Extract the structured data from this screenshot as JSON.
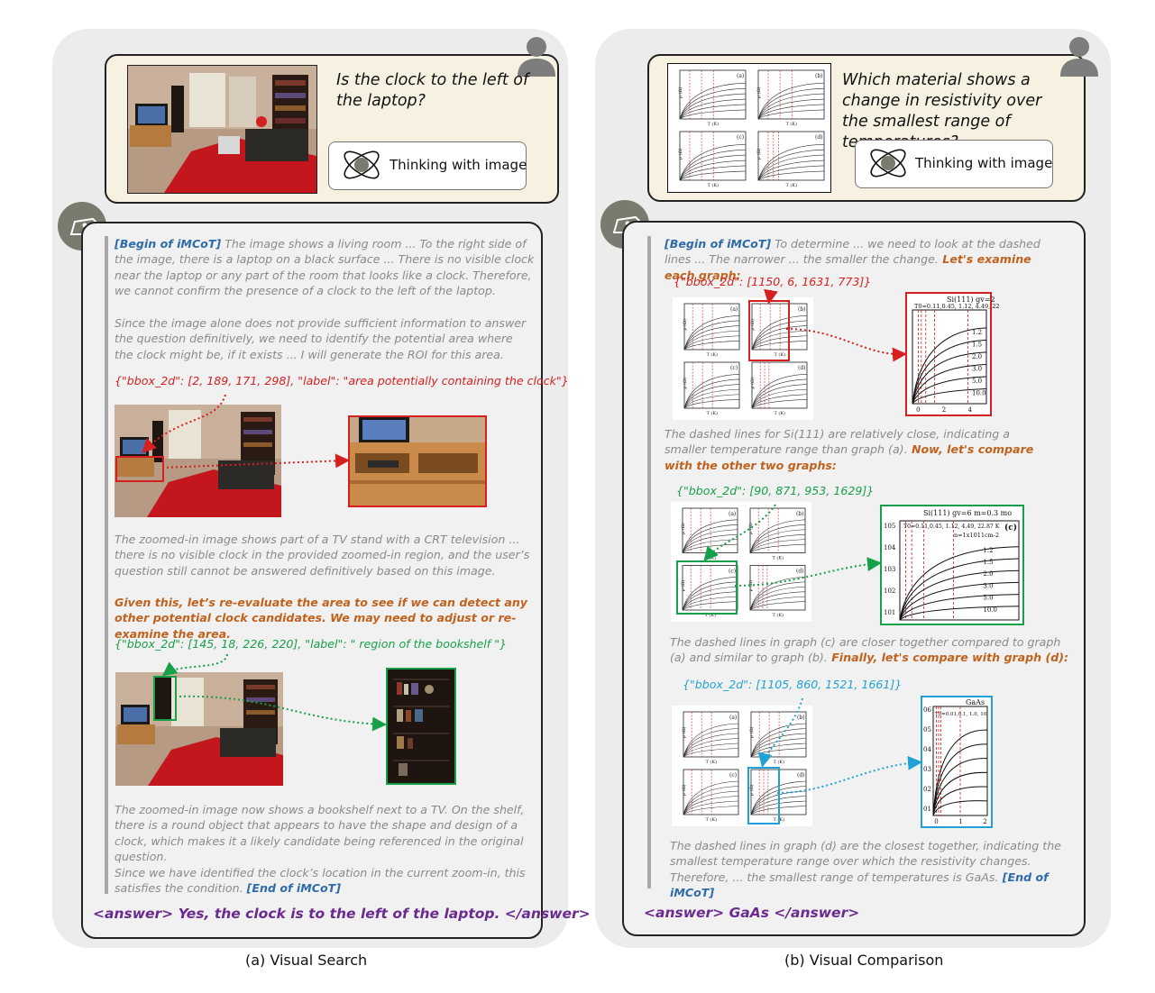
{
  "panels": {
    "left": {
      "question": "Is the clock to the left of the laptop?",
      "thinking_label": "Thinking with image",
      "para1_tag": "[Begin of iMCoT]",
      "para1": " The image shows a living room ... To the right side of the image, there is a laptop on a black surface ... There is no visible clock near the laptop or any part of the room that looks like a clock. Therefore, we cannot confirm the presence of a clock to the left of the laptop.",
      "para2": "Since the image alone does not provide sufficient information to answer the question definitively, we need to identify the potential area where the clock might be, if it exists ... I will generate the ROI for this area.",
      "bbox1": "{\"bbox_2d\": [2, 189, 171, 298], \"label\": \"area potentially containing the clock\"}",
      "para3": "The zoomed-in image shows part of a TV stand with a CRT television ... there is no visible clock in the provided zoomed-in region, and the user’s question still cannot be answered definitively based on this image.",
      "para4": "Given this, let’s re-evaluate the area to see if we can detect any other potential clock candidates. We may need to adjust or re-examine the area.",
      "bbox2": "{\"bbox_2d\": [145, 18, 226, 220], \"label\": \" region of the bookshelf \"}",
      "para5": "The zoomed-in image now shows a bookshelf next to a TV. On the shelf, there is a round object that appears to have the shape and design of a clock, which makes it a likely candidate being referenced in the original question.",
      "para6": "Since we have identified the clock’s location in the current zoom-in, this satisfies the condition.",
      "para6_tag": "[End of iMCoT]",
      "answer": "<answer> Yes, the clock is to the left of the laptop. </answer>",
      "caption": "(a) Visual Search"
    },
    "right": {
      "question": "Which material shows a change in resistivity over the smallest range of temperatures?",
      "thinking_label": "Thinking with image",
      "para1_tag": "[Begin of iMCoT]",
      "para1": " To determine ... we need to look at the dashed lines ... The narrower ... the smaller the change.",
      "para1_hl": " Let's examine each graph:",
      "bbox1": "{\"bbox_2d\": [1150, 6, 1631, 773]}",
      "para2": "The dashed lines for Si(111) are relatively close, indicating a smaller temperature range than graph (a).",
      "para2_hl": " Now, let's compare with the other two graphs:",
      "bbox2": "{\"bbox_2d\": [90, 871, 953, 1629]}",
      "para3": "The dashed lines in graph (c) are closer together compared to graph (a) and similar to graph (b).",
      "para3_hl": " Finally, let's compare with graph (d):",
      "bbox3": "{\"bbox_2d\": [1105, 860, 1521, 1661]}",
      "para4": "The dashed lines in graph (d) are the closest together, indicating the smallest temperature range over which the resistivity changes. Therefore, ... the smallest range of temperatures is GaAs.",
      "para4_tag": " [End of iMCoT]",
      "answer": "<answer> GaAs </answer>",
      "caption": "(b) Visual Comparison",
      "zoom1": {
        "title": "Si(111) g",
        "title_sub": "v",
        "title_rest": "=2",
        "t0": "T",
        "t0_sub": "0",
        "t0_rest": "=0.11,0.45, 1.12, 4.49, 22",
        "curve_labels": [
          "1.2",
          "1.5",
          "2.0",
          "3.0",
          "5.0",
          "10.0"
        ],
        "x_ticks": [
          "0",
          "2",
          "4"
        ]
      },
      "zoom2": {
        "title": "Si(111) g",
        "title_sub": "v",
        "title_rest": "=6  m=0.3 m",
        "title_rest_sub": "o",
        "panel_label": "(c)",
        "t0": "T",
        "t0_sub": "0",
        "t0_rest": "=0.11,0.45, 1.12, 4.49, 22.87 K",
        "n_label": "n=1x10",
        "n_sup": "11",
        "n_rest": "cm",
        "n_sup2": "-2",
        "curve_labels": [
          "1.2",
          "1.5",
          "2.0",
          "3.0",
          "5.0",
          "10.0"
        ],
        "y_ticks": [
          "10",
          "10",
          "10",
          "10",
          "10"
        ],
        "y_exps": [
          "5",
          "4",
          "3",
          "2",
          "1"
        ]
      },
      "zoom3": {
        "title": "GaAs",
        "t0": "T",
        "t0_sub": "0",
        "t0_rest": "=0.01,0.1, 1.0, 10",
        "y_ticks": [
          "0",
          "0",
          "0",
          "0",
          "0",
          "0"
        ],
        "y_exps": [
          "6",
          "5",
          "4",
          "3",
          "2",
          "1"
        ],
        "x_ticks": [
          "0",
          "1",
          "2"
        ]
      },
      "mini_graph": {
        "panel_labels": [
          "(a)",
          "(b)",
          "(c)",
          "(d)"
        ],
        "y_label": "ρ (Ω)",
        "x_label": "T (K)"
      }
    }
  },
  "colors": {
    "red": "#d61f1f",
    "green": "#16a049",
    "blue": "#1fa3d6",
    "tag_blue": "#2e6ba8",
    "highlight_orange": "#c0621d",
    "answer_purple": "#6a2a8e"
  }
}
